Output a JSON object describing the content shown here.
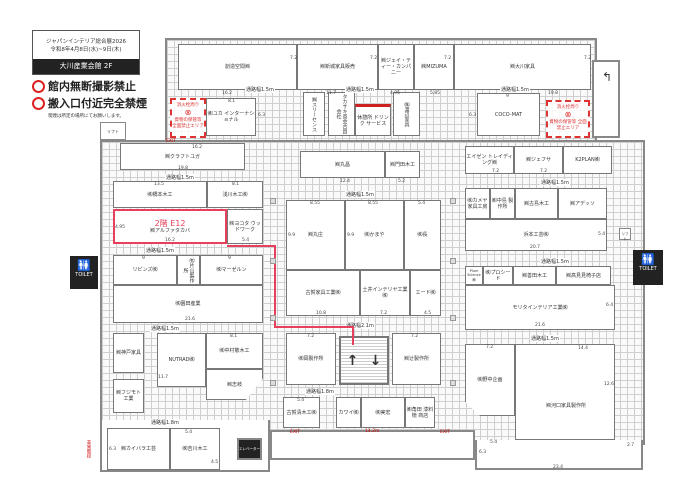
{
  "info": {
    "title": "ジャパンインテリア総合展2026",
    "dates": "令和8年4月8日(水)~9日(木)",
    "venue": "大川産業会館 2F",
    "rule1": "館内無断撮影禁止",
    "rule2": "搬入口付近完全禁煙",
    "rule2_sub": "喫煙は所定の場所にてお願いします。"
  },
  "highlight": {
    "label": "2階 E12",
    "color": "#e8405a"
  },
  "labels": {
    "lift": "リフト",
    "toilet": "TOILET",
    "elevator": "エレベーター",
    "exit": "EXIT",
    "fire_title": "消火栓周り",
    "fire_sub": "資物の保管等 全面禁止エリア",
    "emergency": "非常階段",
    "route_top": "14.2m"
  },
  "aisles": [
    "通路幅1.5m",
    "通路幅1.5m",
    "通路幅1.5m",
    "通路幅1.5m",
    "通路幅1.5m",
    "通路幅1.5m",
    "通路幅1.5m",
    "通路幅1.5m",
    "通路幅2.1m",
    "通路幅1.8m",
    "通路幅1.8m",
    "通路幅1.5m"
  ],
  "booths": {
    "sozo": "創造空間㈱",
    "shinjo": "㈱新城家具販売",
    "jt": "㈱ジェイ・ティー・カンパニー",
    "mizuma": "㈱MIZUMA",
    "okawa": "㈱大川家具",
    "yuka": "㈱ユカ インターナショナル",
    "three": "㈱スリーセンス",
    "takasaki": "タカサキ商会合資会社",
    "rest": "休憩所 ドリンク サービス",
    "watanabe": "㈱渡辺家具",
    "coco": "COCO-MAT",
    "craft": "㈱クラフトユガ",
    "hashimoto": "㈱橋本木工",
    "asakawa": "浅川木工㈱",
    "alpha": "㈱アルファタカバ",
    "yokota": "㈱ヨコタ ウッドワーク",
    "livins": "リビンズ㈱",
    "katayama": "㈲片山製作所",
    "marzeln": "㈱マーゼルン",
    "sonoda": "㈱園田産業",
    "kobe": "㈱神戸家具",
    "nutrad": "NUTRAD㈱",
    "nakamura": "㈱中村敬木工",
    "shiki": "㈱志岐",
    "fujimoto": "㈱フジモト 工業",
    "kaibara": "㈱カイバラ工芸",
    "yoshikawa": "㈱吉川木工",
    "marusho": "㈱丸昌",
    "kadota": "㈱門田木工",
    "marusho2": "㈱丸庄",
    "kamaya": "㈱かまや",
    "osa": "㈱長",
    "koga": "古賀家具工業㈱",
    "doi": "土井インテリヤ工業㈱",
    "ed": "エード㈱",
    "oka": "㈱岡製作所",
    "tsuji": "㈱辻製作所",
    "kogakiyo": "古賀清木工㈱",
    "kawai": "カワイ㈱",
    "jitsuhiro": "㈱実宏",
    "tsunoda": "㈱角田 漆料徳 商店",
    "eizen": "エイゼン トレイディング㈱",
    "jefsa": "㈱ジェフサ",
    "k2": "K2PLAN㈱",
    "kameya": "㈱カメヤ 家具工房",
    "nakajima": "㈱中島 製作所",
    "furushima": "㈱古島木工",
    "adesso": "㈱アデッソ",
    "hamamoto": "浜本工芸㈱",
    "plum": "Plum Science ㈱",
    "proceed": "㈱プロシード",
    "zenda": "㈱善田木工",
    "takami": "㈱高見見椅子店",
    "morita": "モリタインテリア工業㈱",
    "nonaka": "㈱野中企画",
    "kawaguchi": "㈱河口家具製作所"
  },
  "dims": [
    "16.2",
    "11.7",
    "4.95",
    "5.85",
    "19.8",
    "7.2",
    "7.2",
    "7.2",
    "7.2",
    "9",
    "6.3",
    "8.1",
    "6.3",
    "16.2",
    "19.8",
    "13.5",
    "8.1",
    "4.95",
    "16.2",
    "5.4",
    "9",
    "9",
    "21.6",
    "12.4",
    "5.2",
    "8.55",
    "8.55",
    "5.4",
    "9.9",
    "9.9",
    "10.8",
    "7.2",
    "4.5",
    "7.2",
    "7.2",
    "5.4",
    "7.2",
    "7.2",
    "20.7",
    "5.4",
    "21.6",
    "6.4",
    "7.2",
    "14.4",
    "12.6",
    "23.4",
    "5.4",
    "6.3",
    "11.7",
    "8.1",
    "5.4",
    "6.3",
    "4.5",
    "2.7"
  ]
}
